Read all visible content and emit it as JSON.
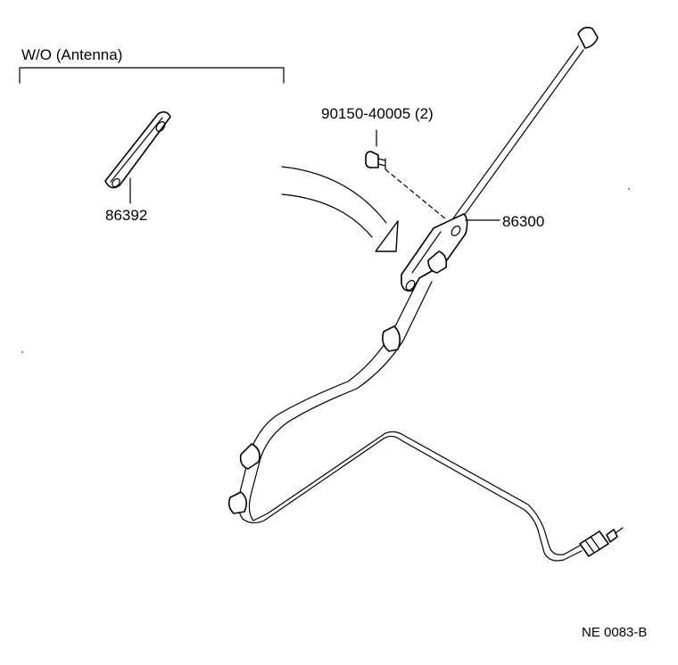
{
  "group_label": "W/O (Antenna)",
  "parts": {
    "spacer_bracket": "86392",
    "screw": "90150-40005 (2)",
    "antenna_assembly": "86300"
  },
  "figure_code": "NE 0083-B"
}
